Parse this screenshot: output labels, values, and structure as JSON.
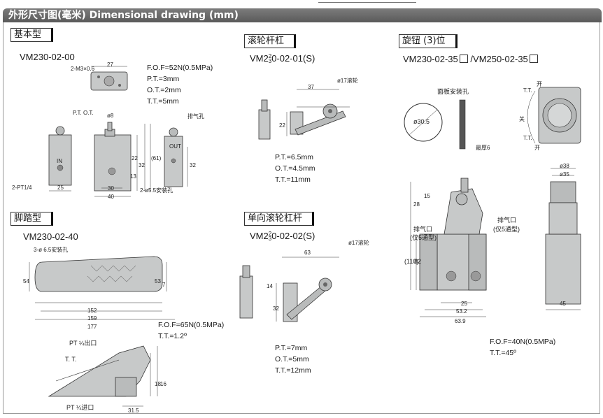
{
  "header": {
    "title": "外形尺寸图(毫米) Dimensional drawing (mm)"
  },
  "sections": {
    "basic": {
      "label": "基本型",
      "model": "VM230-02-00",
      "specs": [
        "F.O.F=52N(0.5MPa)",
        "P.T.=3mm",
        "O.T.=2mm",
        "T.T.=5mm"
      ],
      "callouts": {
        "screw": "2-M3×0.6",
        "w27": "27",
        "pt_ot": "P.T. O.T.",
        "d8": "ø8",
        "exhaust": "排气孔",
        "out": "OUT",
        "in": "IN",
        "port": "2-PT1/4",
        "w25": "25",
        "w30": "30",
        "w40": "40",
        "mount": "2-ø5.5安装孔",
        "h32": "32",
        "h61": "(61)",
        "h22": "22",
        "h13": "13",
        "h32b": "32"
      }
    },
    "roller": {
      "label": "滚轮杆杠",
      "model_pre": "VM2",
      "model_num": "2",
      "model_den": "3",
      "model_post": "0-02-01(S)",
      "specs": [
        "P.T.=6.5mm",
        "O.T.=4.5mm",
        "T.T.=11mm"
      ],
      "callouts": {
        "roller": "ø17滚轮",
        "w37": "37",
        "h22": "22"
      }
    },
    "knob": {
      "label": "旋钮 (3)位",
      "model_a": "VM230-02-35",
      "model_b": "/VM250-02-35",
      "specs": [
        "F.O.F=40N(0.5MPa)",
        "T.T.=45º"
      ],
      "callouts": {
        "panel_hole": "面板安装孔",
        "dia": "ø30.5",
        "max_thick": "最厚6",
        "tt1": "T.T.",
        "open1": "开",
        "close": "关",
        "tt2": "T.T.",
        "open2": "开",
        "exhaust_l": "排气口",
        "note_l": "(仅5通型)",
        "exhaust_r": "排气口",
        "note_r": "(仅5通型)",
        "h110": "(110)",
        "h82": "82",
        "h28": "28",
        "h15": "15",
        "w25": "25",
        "w532": "53.2",
        "w639": "63.9",
        "d38": "ø38",
        "d35": "ø35",
        "w45": "45"
      }
    },
    "pedal": {
      "label": "脚踏型",
      "model": "VM230-02-40",
      "specs": [
        "F.O.F=65N(0.5MPa)",
        "T.T.=1.2º"
      ],
      "callouts": {
        "holes": "3-ø 6.5安装孔",
        "h54": "54",
        "h53": "53",
        "h7": "7",
        "w152": "152",
        "w159": "159",
        "w177": "177",
        "out_port": "PT ¼出口",
        "in_port": "PT ¼进口",
        "tt": "T. T.",
        "h18": "18",
        "h16": "16",
        "w315": "31.5"
      }
    },
    "oneway": {
      "label": "单向滚轮杠杆",
      "model_pre": "VM2",
      "model_num": "2",
      "model_den": "3",
      "model_post": "0-02-02(S)",
      "specs": [
        "P.T.=7mm",
        "O.T.=5mm",
        "T.T.=12mm"
      ],
      "callouts": {
        "roller": "ø17滚轮",
        "w63": "63",
        "h14": "14",
        "h32": "32"
      }
    }
  },
  "colors": {
    "header_bg": "#6a6a6a",
    "part_fill": "#c7c9c9",
    "line": "#333333"
  }
}
